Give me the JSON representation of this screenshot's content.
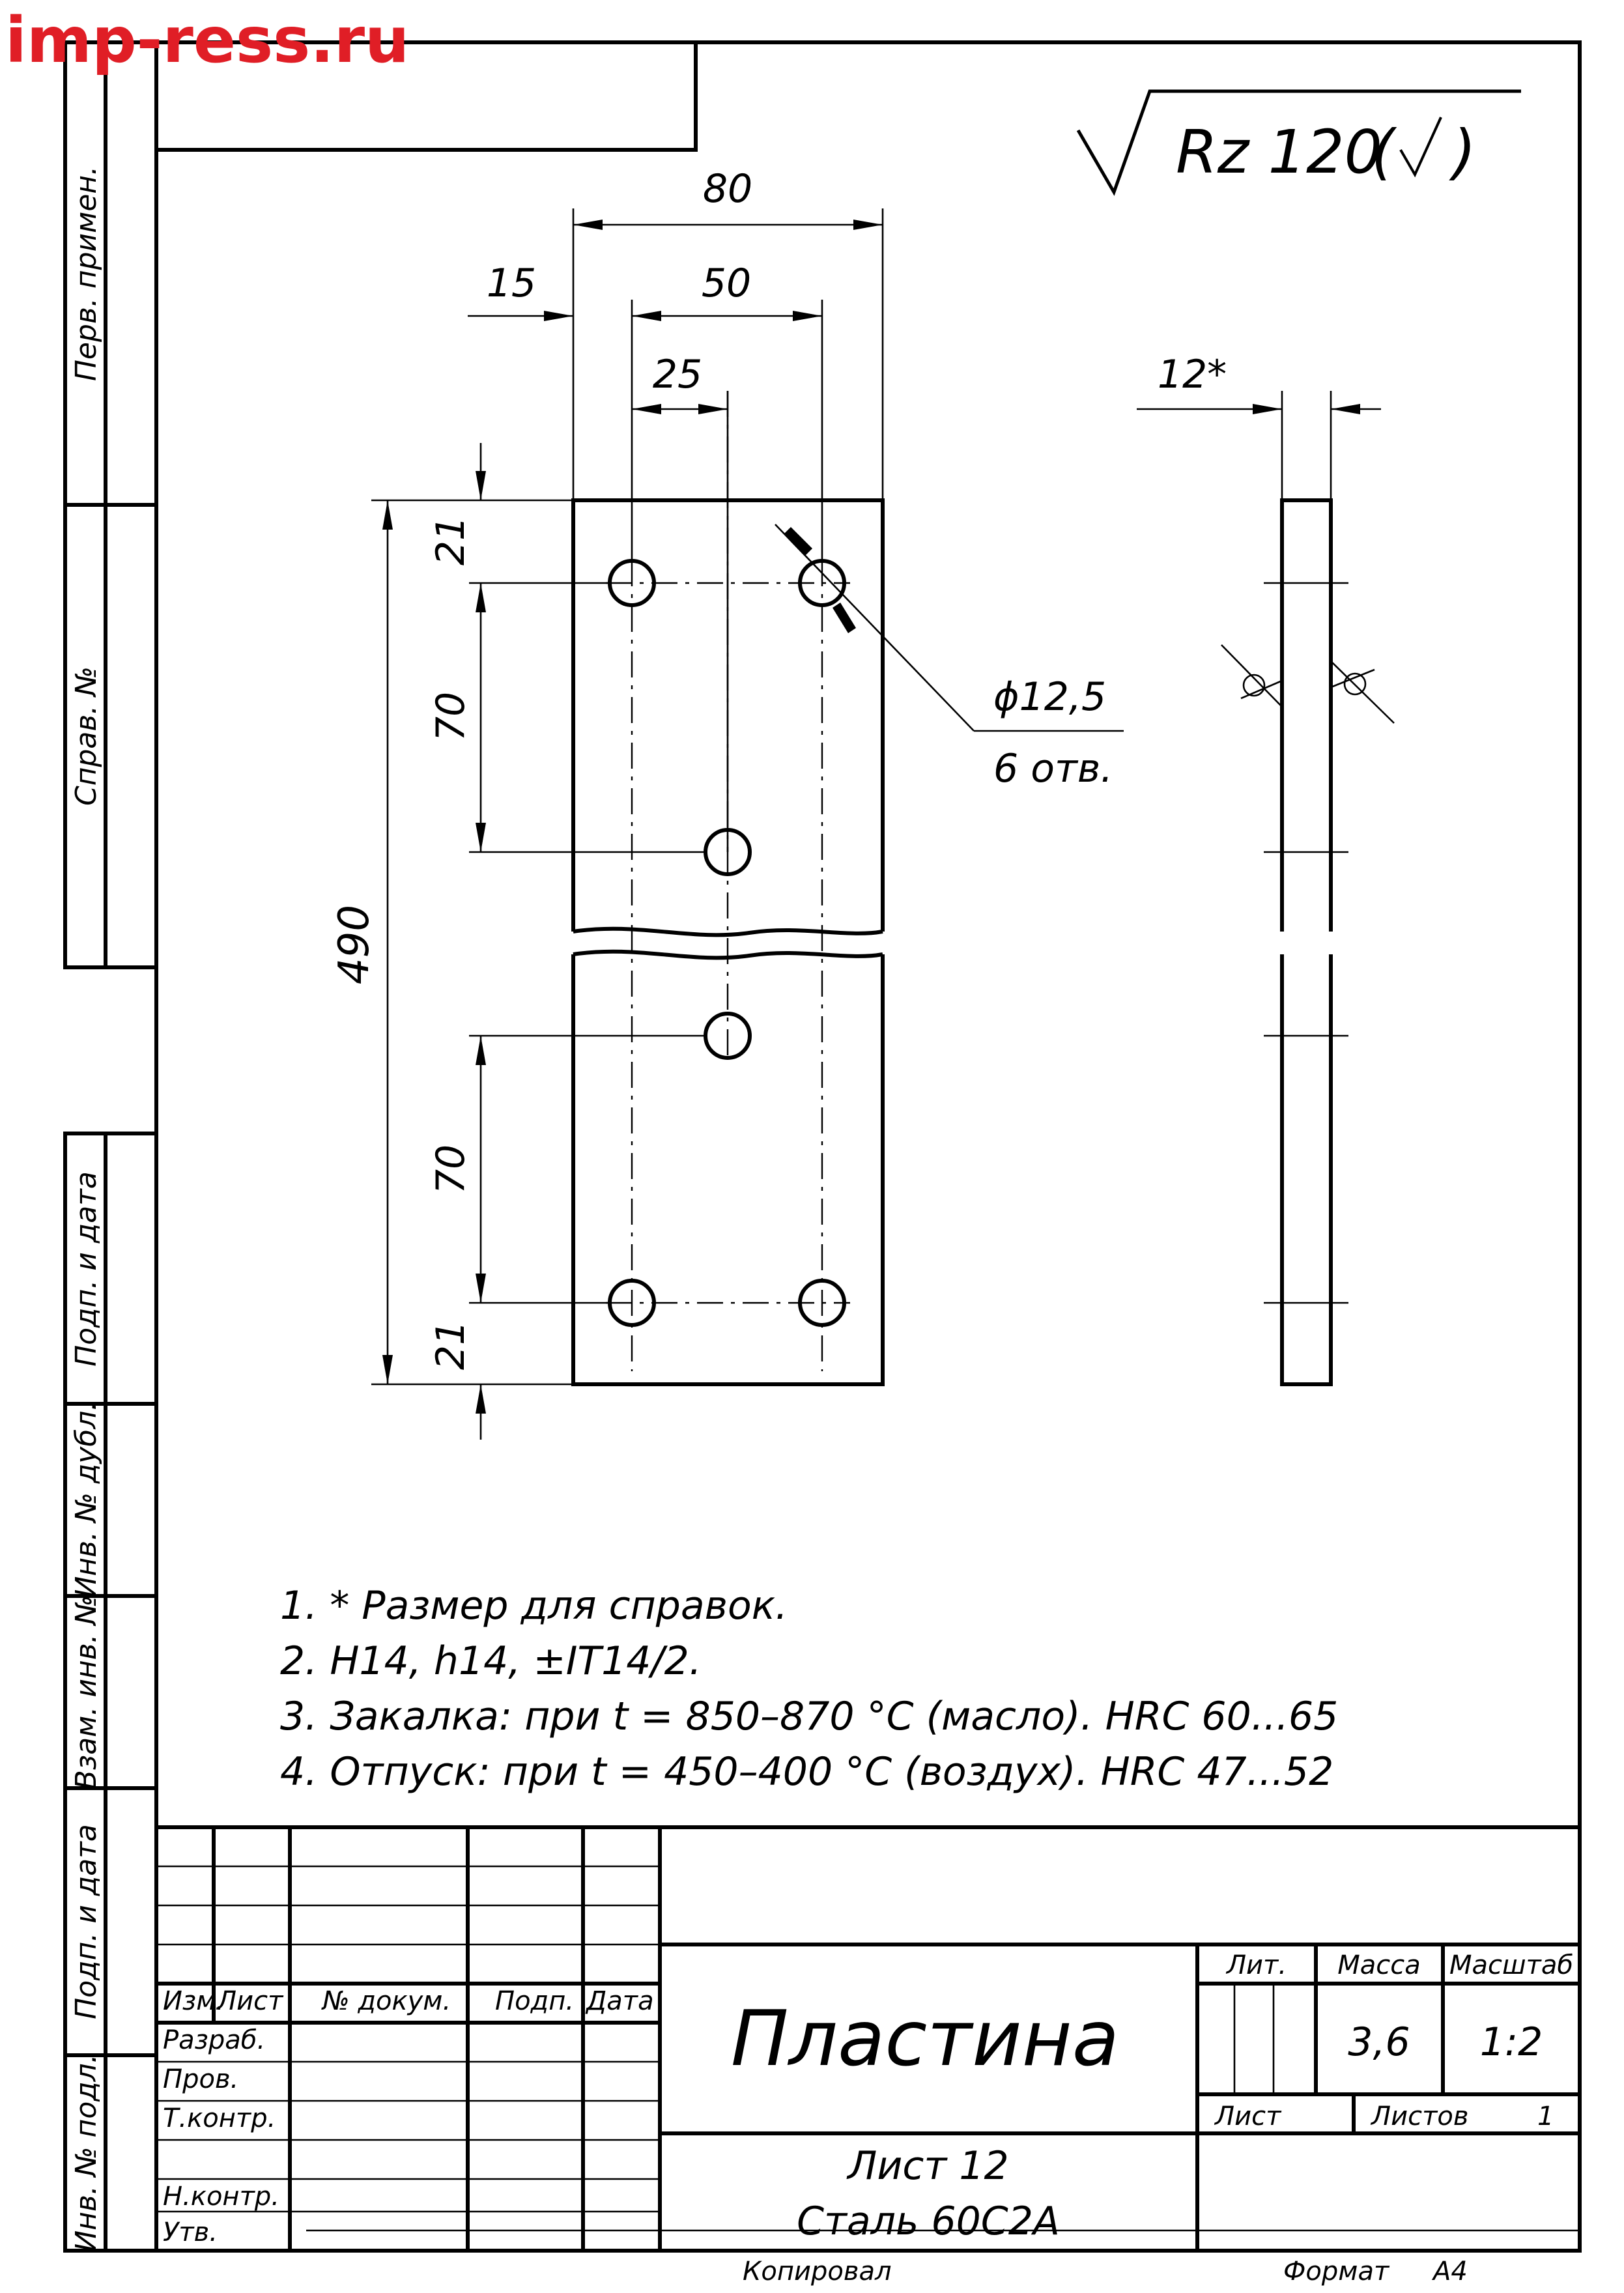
{
  "watermark": "imp-ress.ru",
  "roughness": {
    "value": "Rz 120"
  },
  "dimensions": {
    "width_total": "80",
    "offset": "15",
    "hole_spacing": "50",
    "center_offset": "25",
    "thickness": "12*",
    "length": "490",
    "edge_top": "21",
    "pitch_top": "70",
    "pitch_bottom": "70",
    "edge_bottom": "21",
    "hole_diameter": "ϕ12,5",
    "hole_count": "6 отв."
  },
  "notes": [
    "1.  * Размер для справок.",
    "2.  H14, h14, ±IT14/2.",
    "3.  Закалка: при t = 850–870 °C (масло). HRC 60...65",
    "4.  Отпуск: при t = 450–400 °C (воздух). HRC 47...52"
  ],
  "side_margin": {
    "perv_primen": "Перв. примен.",
    "sprav_no": "Справ. №",
    "podp_data_1": "Подп. и дата",
    "inv_dubl": "Инв. № дубл.",
    "vzam_inv": "Взам. инв. №",
    "podp_data_2": "Подп. и дата",
    "inv_podl": "Инв. № подл."
  },
  "title_block": {
    "izm": "Изм.",
    "list": "Лист",
    "dokum": "№ докум.",
    "podp": "Подп.",
    "data": "Дата",
    "razrab": "Разраб.",
    "prov": "Пров.",
    "tkontr": "Т.контр.",
    "nkontr": "Н.контр.",
    "utv": "Утв.",
    "part_name": "Пластина",
    "lit": "Лит.",
    "massa": "Масса",
    "masshtab": "Масштаб",
    "mass_value": "3,6",
    "scale_value": "1:2",
    "sheet": "Лист",
    "sheets": "Листов",
    "sheets_value": "1",
    "doc_line1": "Лист 12",
    "doc_line2": "Сталь 60С2А"
  },
  "footer": {
    "copied": "Копировал",
    "format": "Формат",
    "format_value": "А4"
  }
}
